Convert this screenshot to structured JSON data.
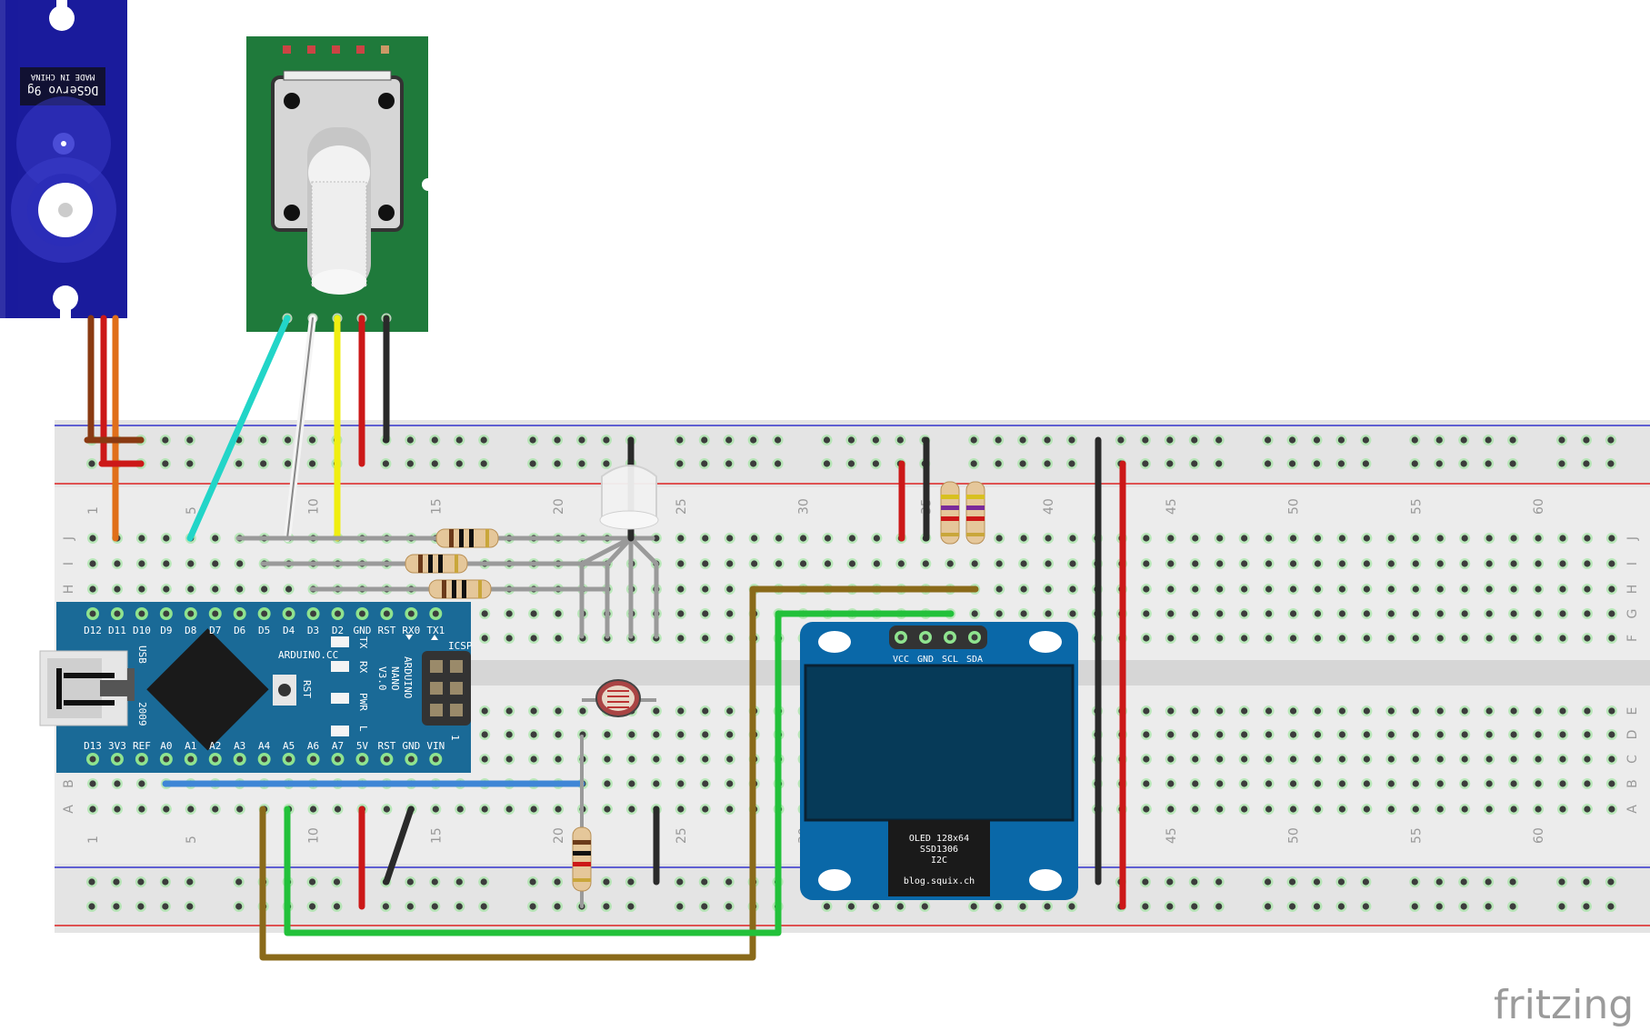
{
  "breadboard": {
    "column_numbers": [
      "1",
      "5",
      "10",
      "15",
      "20",
      "25",
      "30",
      "35",
      "40",
      "45",
      "50",
      "55",
      "60"
    ],
    "row_letters_top": [
      "J",
      "I",
      "H",
      "G",
      "F"
    ],
    "row_letters_bottom": [
      "E",
      "D",
      "C",
      "B",
      "A"
    ]
  },
  "nano": {
    "pins_top": [
      "D12",
      "D11",
      "D10",
      "D9",
      "D8",
      "D7",
      "D6",
      "D5",
      "D4",
      "D3",
      "D2",
      "GND",
      "RST",
      "RX0",
      "TX1"
    ],
    "pins_bottom": [
      "D13",
      "3V3",
      "REF",
      "A0",
      "A1",
      "A2",
      "A3",
      "A4",
      "A5",
      "A6",
      "A7",
      "5V",
      "RST",
      "GND",
      "VIN"
    ],
    "brand": "ARDUINO.CC",
    "model_line1": "ARDUINO",
    "model_line2": "NANO",
    "model_line3": "V3.0",
    "icsp": "ICSP",
    "usb": "USB",
    "year": "2009",
    "rst": "RST",
    "led_tx": "TX",
    "led_rx": "RX",
    "led_pwr": "PWR",
    "led_l": "L",
    "icsp_pin1": "1"
  },
  "servo": {
    "model": "DGServo 9g",
    "made_in": "MADE IN CHINA"
  },
  "oled": {
    "pins": [
      "VCC",
      "GND",
      "SCL",
      "SDA"
    ],
    "line1": "OLED 128x64",
    "line2": "SSD1306",
    "line3": "I2C",
    "line4": "blog.squix.ch"
  },
  "watermark": "fritzing",
  "colors": {
    "breadboard": "#e4e4e4",
    "rail_blue": "#3333cc",
    "rail_red": "#dd2222",
    "nano_board": "#1a6a97",
    "oled_board": "#0a68a8",
    "oled_screen": "#063a58",
    "servo_body": "#1a1b9c",
    "encoder_board": "#1f7a3b",
    "wire_cyan": "#22d5c8",
    "wire_green": "#22c13a",
    "wire_brown": "#8a6a1a",
    "wire_blue": "#3f86d6",
    "wire_yellow": "#f0ee10",
    "wire_red": "#cc1818",
    "wire_black": "#2a2a2a",
    "wire_grey": "#9a9a9a",
    "wire_orange": "#e06f1a"
  }
}
